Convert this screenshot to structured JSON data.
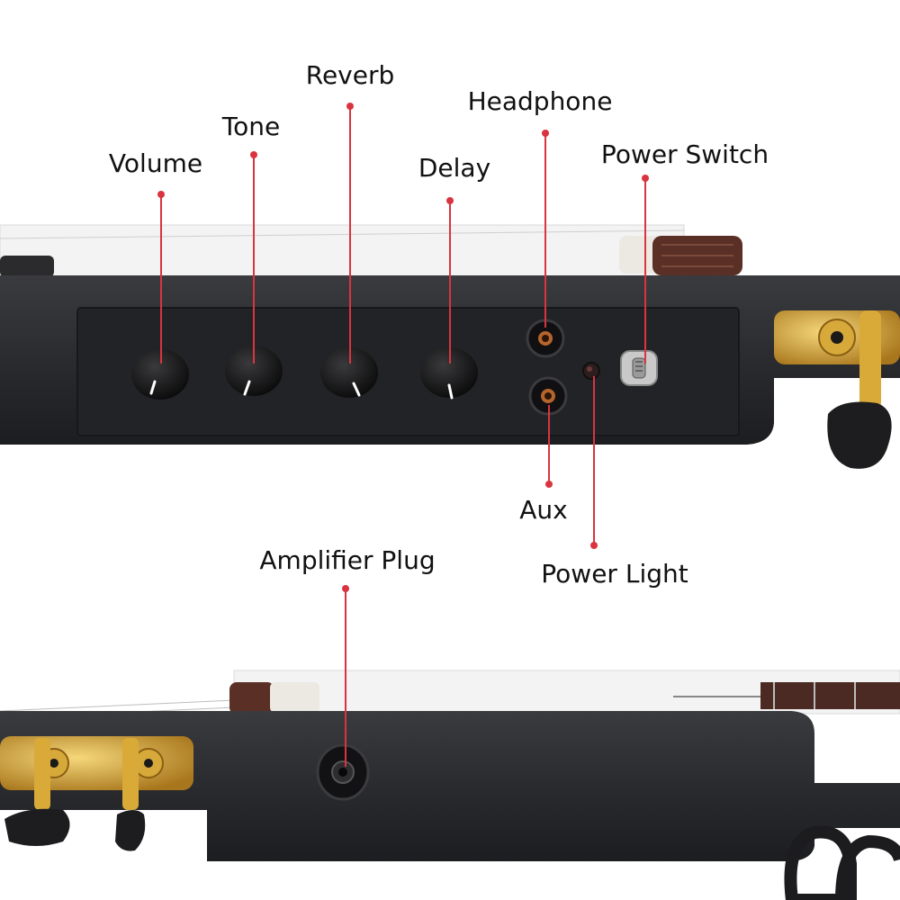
{
  "colors": {
    "background": "#ffffff",
    "body": "#2a2b2e",
    "panel": "#212225",
    "knob": "#0f0f10",
    "leader": "#d9343f",
    "gold": "#c99a2e",
    "wood": "#5a2f25",
    "fretboard": "#efefef"
  },
  "labels": {
    "volume": "Volume",
    "tone": "Tone",
    "reverb": "Reverb",
    "delay": "Delay",
    "headphone": "Headphone",
    "power_switch": "Power Switch",
    "aux": "Aux",
    "power_light": "Power Light",
    "amplifier_plug": "Amplifier Plug"
  },
  "icons": {
    "knob": "rotary-knob-icon",
    "jack": "audio-jack-icon",
    "toggle": "toggle-switch-icon",
    "led": "led-icon",
    "tuner": "tuning-peg-icon"
  }
}
